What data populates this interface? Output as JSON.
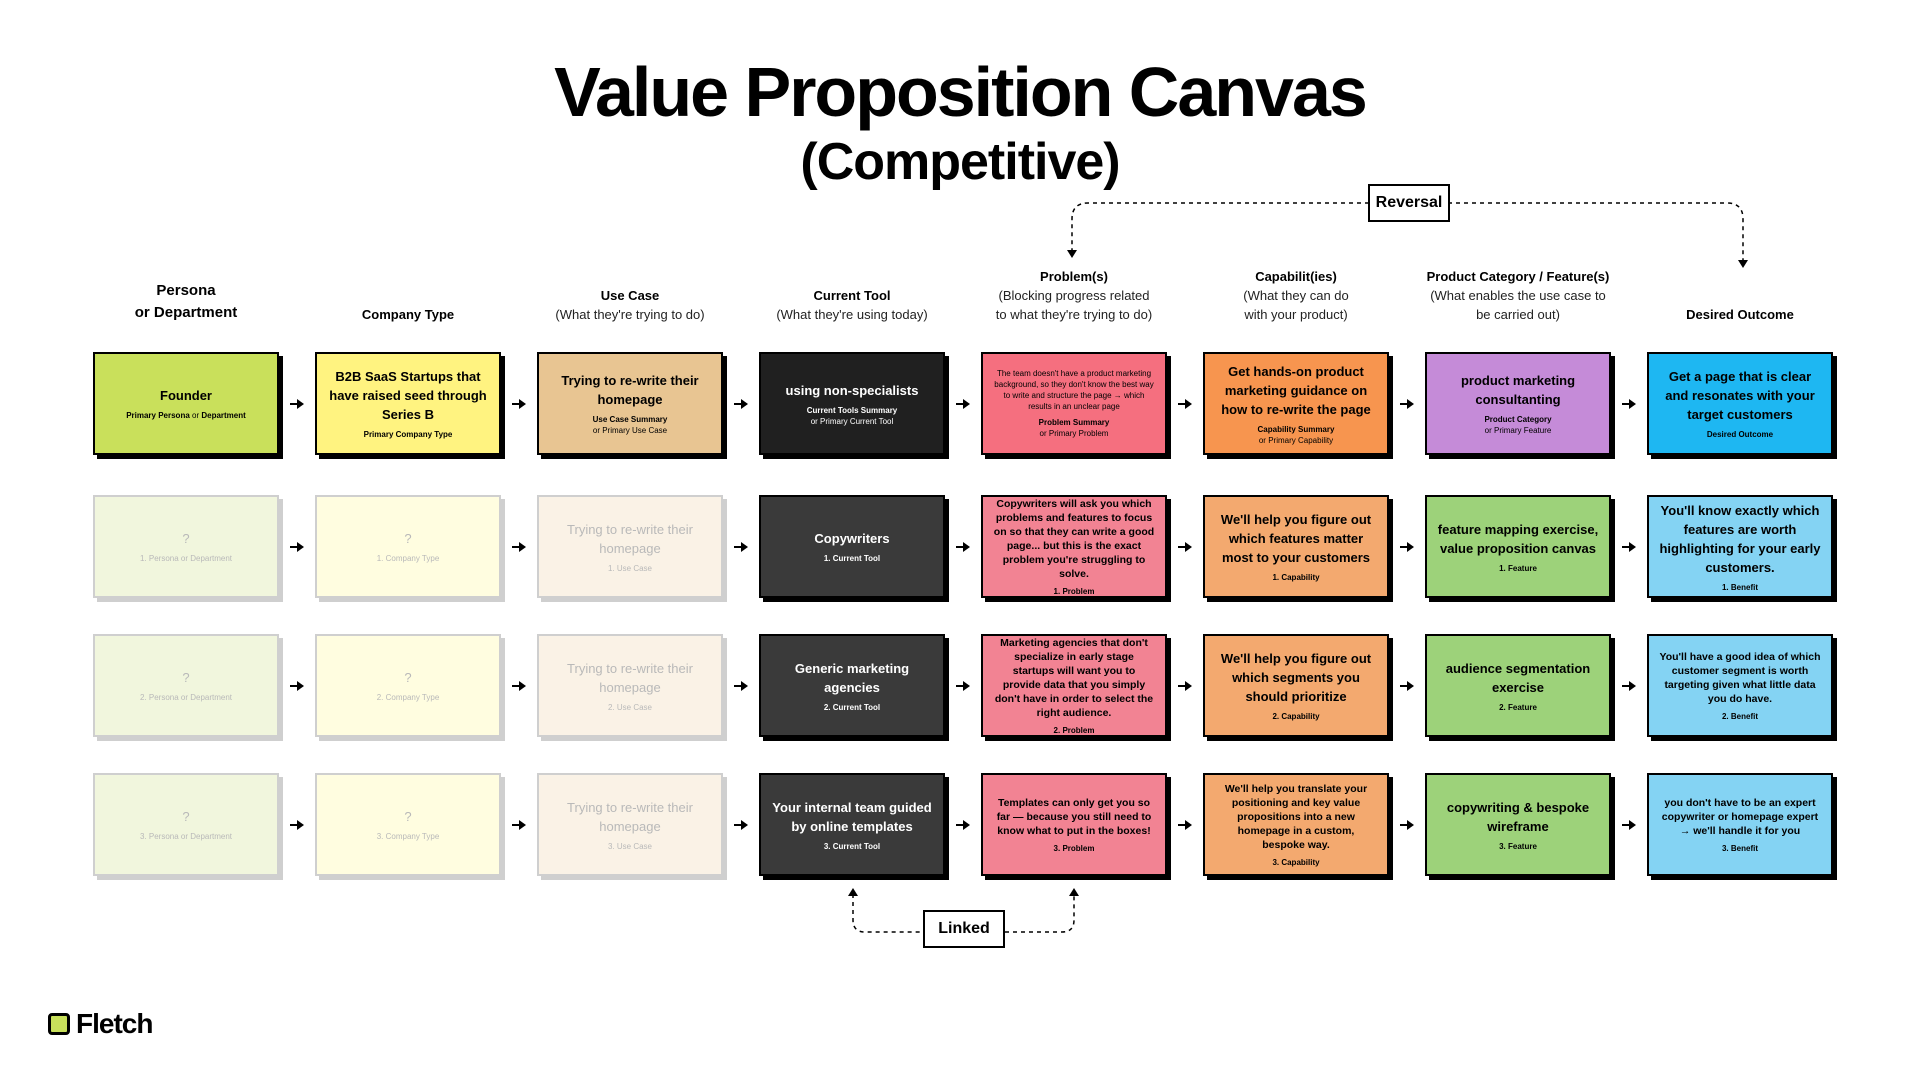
{
  "title": "Value Proposition Canvas",
  "subtitle": "(Competitive)",
  "brand": "Fletch",
  "reversal_label": "Reversal",
  "linked_label": "Linked",
  "colors": {
    "persona": "#c9e05b",
    "company": "#fff380",
    "usecase": "#e8c592",
    "tool": "#202020",
    "tool_dark": "#3a3a3a",
    "problem": "#f56f7f",
    "problem_row": "#f28393",
    "capability": "#f7954f",
    "capability_row": "#f3a96f",
    "feature": "#c58bd8",
    "feature_row": "#9dd27a",
    "outcome": "#1eb7f2",
    "outcome_row": "#84d3f3",
    "faded_persona": "#f1f6dd",
    "faded_company": "#fffde0",
    "faded_usecase": "#faf2e6"
  },
  "headers": [
    {
      "title": "Persona\nor Department",
      "sub": ""
    },
    {
      "title": "Company Type",
      "sub": ""
    },
    {
      "title": "Use Case",
      "sub": "(What they're trying to do)"
    },
    {
      "title": "Current Tool",
      "sub": "(What they're using today)"
    },
    {
      "title": "Problem(s)",
      "sub": "(Blocking progress related\nto what they're trying to do)"
    },
    {
      "title": "Capabilit(ies)",
      "sub": "(What they can do\nwith your product)"
    },
    {
      "title": "Product Category / Feature(s)",
      "sub": "(What enables the use case to\nbe carried out)"
    },
    {
      "title": "Desired Outcome",
      "sub": ""
    }
  ],
  "rows": [
    [
      {
        "text": "Founder",
        "label": "Primary Persona",
        "label_or": " or ",
        "label_b": "Department"
      },
      {
        "text": "B2B SaaS Startups that have raised seed through Series B",
        "label": "Primary Company Type"
      },
      {
        "text": "Trying to re-write their homepage",
        "label": "Use Case Summary",
        "label2": "or Primary Use Case"
      },
      {
        "text": "using non-specialists",
        "label": "Current Tools Summary",
        "label2": "or Primary Current Tool"
      },
      {
        "text": "The team doesn't have a product marketing background, so they don't know the best way to write and structure the page → which results in an unclear page",
        "label": "Problem Summary",
        "label2": "or Primary Problem"
      },
      {
        "text": "Get hands-on product marketing guidance on how to re-write the page",
        "label": "Capability Summary",
        "label2": "or Primary Capability"
      },
      {
        "text": "product marketing consultanting",
        "label": "Product Category",
        "label2": "or Primary Feature"
      },
      {
        "text": "Get a page that is clear and resonates with your target customers",
        "label": "Desired Outcome"
      }
    ],
    [
      {
        "text": "?",
        "label": "1. Persona or Department"
      },
      {
        "text": "?",
        "label": "1. Company Type"
      },
      {
        "text": "Trying to re-write their homepage",
        "label": "1. Use Case"
      },
      {
        "text": "Copywriters",
        "label": "1. Current Tool"
      },
      {
        "text": "Copywriters will ask you which problems and features to focus on so that they can write a good page... but this is the exact problem you're struggling to solve.",
        "label": "1. Problem"
      },
      {
        "text": "We'll help you figure out which features matter most to your customers",
        "label": "1. Capability"
      },
      {
        "text": "feature mapping exercise, value proposition canvas",
        "label": "1. Feature"
      },
      {
        "text": "You'll know exactly which features are worth highlighting for your early customers.",
        "label": "1. Benefit"
      }
    ],
    [
      {
        "text": "?",
        "label": "2. Persona or Department"
      },
      {
        "text": "?",
        "label": "2. Company Type"
      },
      {
        "text": "Trying to re-write their homepage",
        "label": "2. Use Case"
      },
      {
        "text": "Generic marketing agencies",
        "label": "2. Current Tool"
      },
      {
        "text": "Marketing agencies that don't specialize in early stage startups will want you to provide data that you simply don't have in order to select the right audience.",
        "label": "2. Problem"
      },
      {
        "text": "We'll help you figure out which segments you should prioritize",
        "label": "2. Capability"
      },
      {
        "text": "audience segmentation exercise",
        "label": "2. Feature"
      },
      {
        "text": "You'll have a good idea of which customer segment is worth targeting given what little data you do have.",
        "label": "2. Benefit"
      }
    ],
    [
      {
        "text": "?",
        "label": "3. Persona or Department"
      },
      {
        "text": "?",
        "label": "3. Company Type"
      },
      {
        "text": "Trying to re-write their homepage",
        "label": "3. Use Case"
      },
      {
        "text": "Your internal team guided by online templates",
        "label": "3. Current Tool"
      },
      {
        "text": "Templates can only get you so far — because you still need to know what to put in the boxes!",
        "label": "3. Problem"
      },
      {
        "text": "We'll help you translate your positioning and key value propositions into a new homepage in a custom, bespoke way.",
        "label": "3. Capability"
      },
      {
        "text": "copywriting & bespoke wireframe",
        "label": "3. Feature"
      },
      {
        "text": "you don't have to be an expert copywriter or homepage expert → we'll handle it for you",
        "label": "3. Benefit"
      }
    ]
  ]
}
